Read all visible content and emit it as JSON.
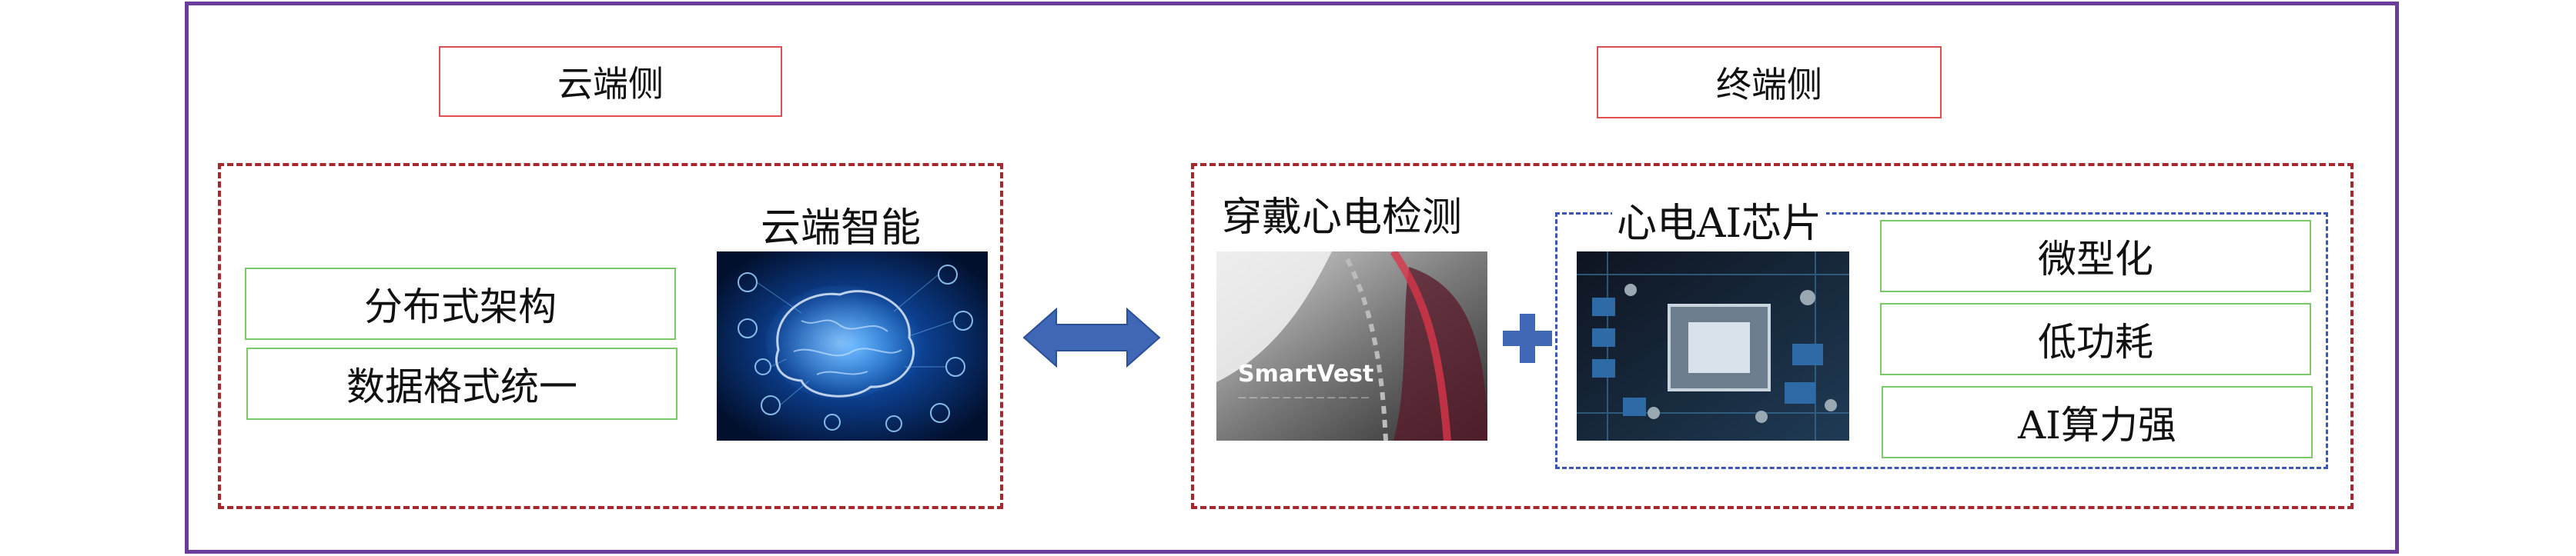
{
  "cloud": {
    "header": "云端侧",
    "intelligence_label": "云端智能",
    "features": [
      "分布式架构",
      "数据格式统一"
    ]
  },
  "terminal": {
    "header": "终端侧",
    "wearable_label": "穿戴心电检测",
    "chip_label": "心电AI芯片",
    "features": [
      "微型化",
      "低功耗",
      "AI算力强"
    ],
    "vest_brand": "SmartVest"
  },
  "colors": {
    "frame": "#6a3d9a",
    "title_border": "#e05050",
    "dashed_red": "#a8262d",
    "dashed_blue": "#3b55b8",
    "feature_border": "#7cc96a",
    "arrow": "#3f67b5"
  },
  "icons": [
    "double-arrow-icon",
    "plus-icon"
  ]
}
